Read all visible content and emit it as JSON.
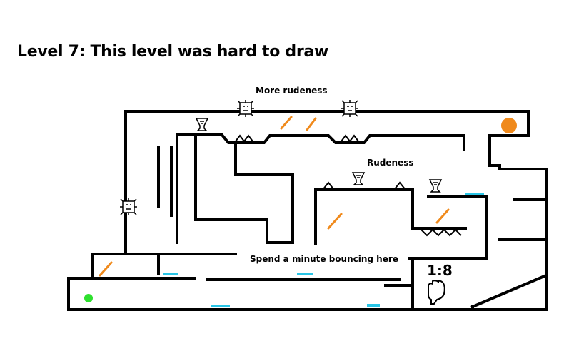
{
  "level": {
    "title": "Level 7: This level was hard to draw"
  },
  "annotations": {
    "top": "More rudeness",
    "middle": "Rudeness",
    "bottom": "Spend a minute bouncing here"
  },
  "timer": {
    "value": "1:8"
  },
  "colors": {
    "wall": "#000000",
    "goal": "#f08a1c",
    "ramp": "#f08a1c",
    "bounce_pad": "#29c5e6",
    "player": "#2ee02e"
  },
  "icons": {
    "spike_mine": "spiked-square-icon",
    "trophy": "trophy-icon",
    "glove": "glove-icon",
    "goal": "goal-ball-icon",
    "player": "player-ball-icon"
  }
}
